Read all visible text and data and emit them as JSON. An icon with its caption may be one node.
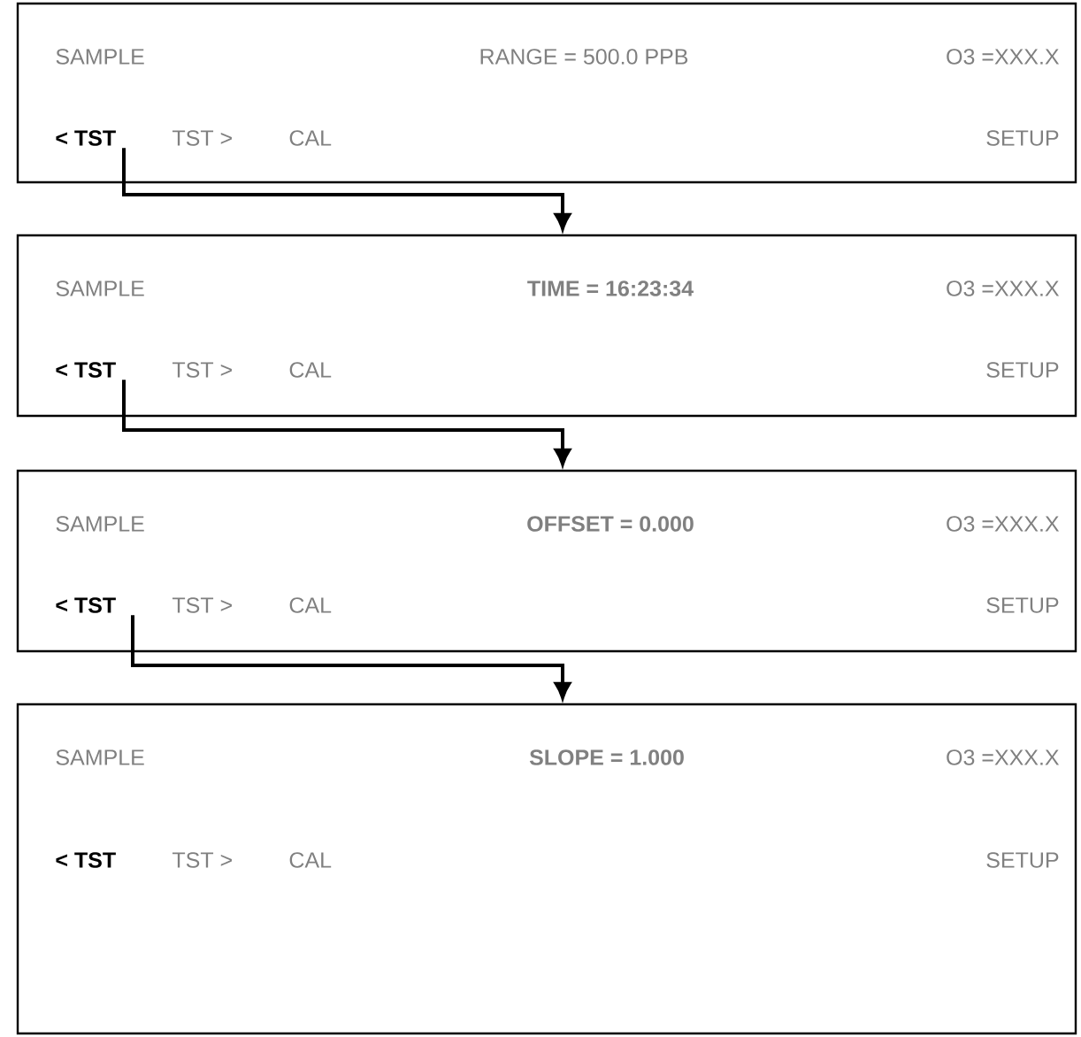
{
  "diagram": {
    "nodes": [
      {
        "text": [
          "SAMPLE",
          "RANGE = 500.0 PPB",
          "O3 =XXX.X",
          "TST >",
          "CAL",
          "SETUP"
        ]
      },
      {
        "text": [
          "< TST"
        ],
        "in": 0
      },
      {
        "text": [
          "SAMPLE",
          "TIME = 16:23:34",
          "O3 =XXX.X",
          "TST >",
          "CAL",
          "SETUP"
        ]
      },
      {
        "text": [
          "< TST"
        ],
        "in": 2
      },
      {
        "text": [
          "SAMPLE",
          "OFFSET = 0.000",
          "O3 =XXX.X",
          "TST >",
          "CAL",
          "SETUP"
        ]
      },
      {
        "text": [
          "< TST"
        ],
        "in": 4
      },
      {
        "text": [
          "SAMPLE",
          "SLOPE = 1.000",
          "O3 =XXX.X",
          "TST >",
          "CAL",
          "SETUP"
        ]
      },
      {
        "text": [
          "< TST"
        ],
        "in": 6
      }
    ],
    "edges": [
      {
        "from": 1,
        "to": 2,
        "arrow": "to"
      },
      {
        "from": 3,
        "to": 4,
        "arrow": "to"
      },
      {
        "from": 5,
        "to": 6,
        "arrow": "to"
      }
    ]
  }
}
